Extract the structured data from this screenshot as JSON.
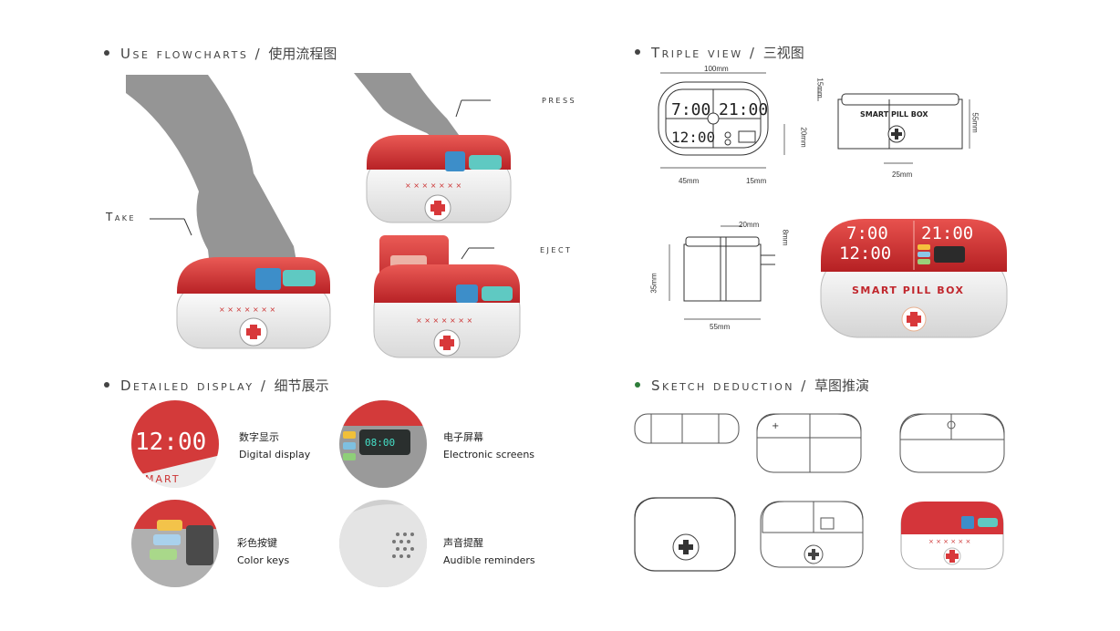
{
  "sections": {
    "flowcharts": {
      "en": "Use flowcharts",
      "sep": " / ",
      "cn": "使用流程图"
    },
    "triple": {
      "en": "Triple view",
      "sep": " / ",
      "cn": "三视图"
    },
    "detailed": {
      "en": "Detailed display",
      "sep": " / ",
      "cn": "细节展示"
    },
    "sketch": {
      "en": "Sketch deduction",
      "sep": " / ",
      "cn": "草图推演"
    }
  },
  "flow_labels": {
    "take": "Take",
    "press": "press",
    "eject": "eject"
  },
  "triple_dims": {
    "width_100": "100mm",
    "h_15": "15mm",
    "h_55": "55mm",
    "h_20": "20mm",
    "w_45": "45mm",
    "w_15": "15mm",
    "w_25": "25mm",
    "w_20": "20mm",
    "h_8": "8mm",
    "h_35": "35mm",
    "w_55": "55mm"
  },
  "device": {
    "time1": "7:00",
    "time2": "21:00",
    "time3": "12:00",
    "brand_top": "SMART PILL BOX",
    "brand_front": "SMART PILL BOX"
  },
  "details": [
    {
      "cn": "数字显示",
      "en": "Digital display"
    },
    {
      "cn": "电子屏幕",
      "en": "Electronic screens"
    },
    {
      "cn": "彩色按键",
      "en": "Color keys"
    },
    {
      "cn": "声音提醒",
      "en": "Audible reminders"
    }
  ],
  "detail_texts": {
    "disp_time": "12:00",
    "smart": "SMART",
    "eclock": "08:00"
  },
  "colors": {
    "red": "#d8383a",
    "dark_red": "#b82226",
    "shadow": "#8a8a8a"
  }
}
